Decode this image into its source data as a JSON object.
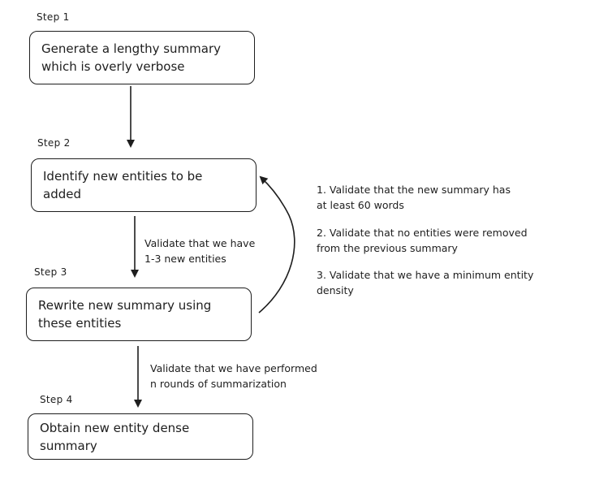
{
  "steps": [
    {
      "label": "Step 1",
      "text": "Generate a lengthy summary\nwhich is overly verbose"
    },
    {
      "label": "Step 2",
      "text": "Identify new entities to be\nadded"
    },
    {
      "label": "Step 3",
      "text": "Rewrite new summary using\nthese entities"
    },
    {
      "label": "Step 4",
      "text": "Obtain new entity dense\nsummary"
    }
  ],
  "edge_notes": {
    "step2_to_step3": "Validate that we have\n1-3 new entities",
    "step3_to_step4": "Validate that we have performed\nn rounds of summarization"
  },
  "validations": [
    "1. Validate that the new summary has\nat least 60 words",
    "2. Validate that no entities were removed\nfrom the previous summary",
    "3. Validate that we have a minimum entity\ndensity"
  ]
}
